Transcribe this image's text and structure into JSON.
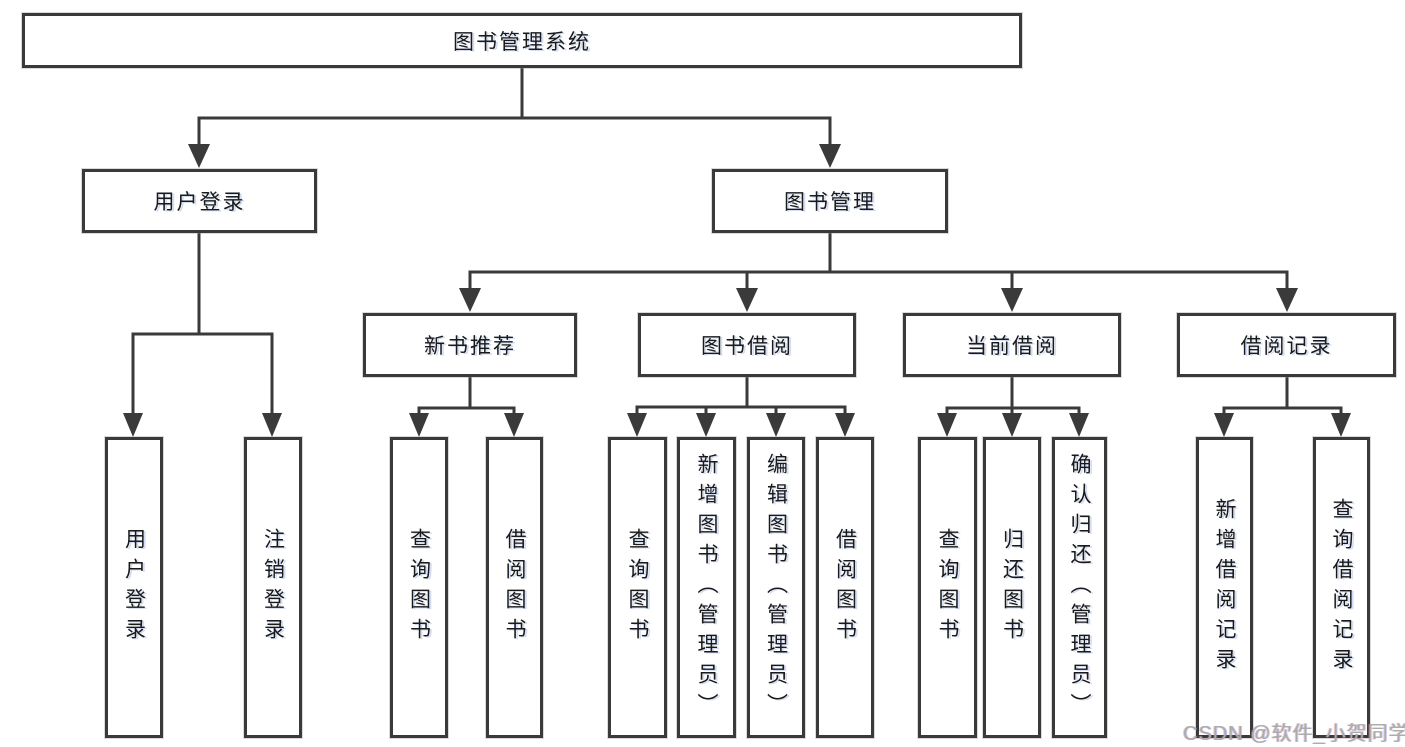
{
  "diagram_title": "图书管理系统",
  "tree": {
    "label": "图书管理系统",
    "children": [
      {
        "label": "用户登录",
        "children": [
          {
            "label": "用户登录"
          },
          {
            "label": "注销登录"
          }
        ]
      },
      {
        "label": "图书管理",
        "children": [
          {
            "label": "新书推荐",
            "children": [
              {
                "label": "查询图书"
              },
              {
                "label": "借阅图书"
              }
            ]
          },
          {
            "label": "图书借阅",
            "children": [
              {
                "label": "查询图书"
              },
              {
                "label": "新增图书（管理员）"
              },
              {
                "label": "编辑图书（管理员）"
              },
              {
                "label": "借阅图书"
              }
            ]
          },
          {
            "label": "当前借阅",
            "children": [
              {
                "label": "查询图书"
              },
              {
                "label": "归还图书"
              },
              {
                "label": "确认归还（管理员）"
              }
            ]
          },
          {
            "label": "借阅记录",
            "children": [
              {
                "label": "新增借阅记录"
              },
              {
                "label": "查询借阅记录"
              }
            ]
          }
        ]
      }
    ]
  },
  "watermark": "CSDN @软件_小贺同学",
  "colors": {
    "line": "#3a3a3a",
    "text": "#1a1a1a",
    "box_background": "#ffffff",
    "page_background": "#ffffff",
    "watermark": "#ababab"
  }
}
